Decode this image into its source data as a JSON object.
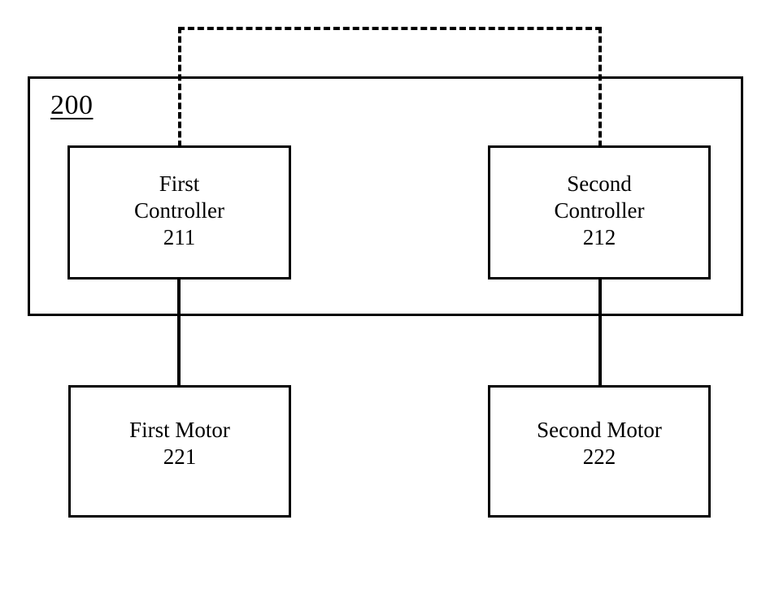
{
  "diagram": {
    "enclosure": {
      "reference_numeral": "200"
    },
    "blocks": {
      "first_controller": {
        "line1": "First",
        "line2": "Controller",
        "reference_numeral": "211"
      },
      "second_controller": {
        "line1": "Second",
        "line2": "Controller",
        "reference_numeral": "212"
      },
      "first_motor": {
        "line1": "First Motor",
        "reference_numeral": "221"
      },
      "second_motor": {
        "line1": "Second Motor",
        "reference_numeral": "222"
      }
    },
    "connectors": {
      "first_controller_to_first_motor": "solid-line",
      "second_controller_to_second_motor": "solid-line",
      "controller_to_controller_link": "dashed-line"
    },
    "colors": {
      "stroke": "#000000",
      "background": "#ffffff"
    }
  }
}
